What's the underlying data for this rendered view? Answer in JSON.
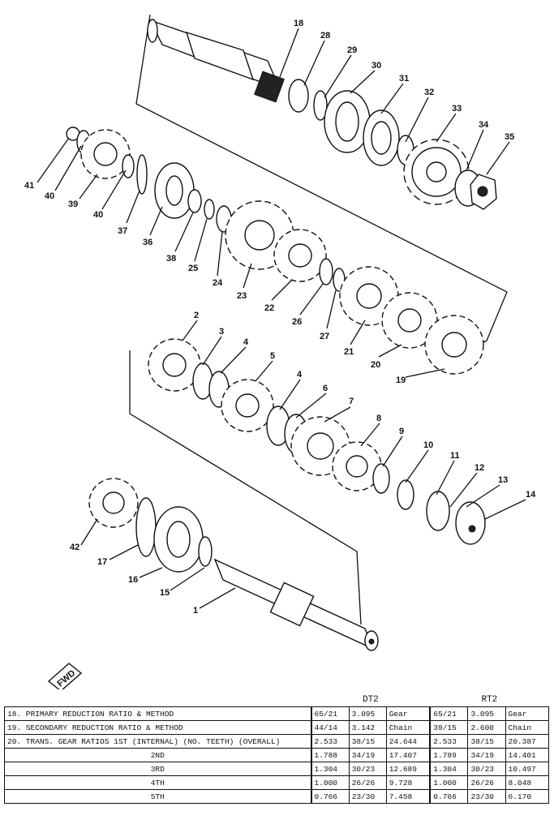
{
  "diagram": {
    "part_numbers": [
      "18",
      "28",
      "29",
      "30",
      "31",
      "32",
      "33",
      "34",
      "35",
      "41",
      "40",
      "39",
      "40",
      "37",
      "36",
      "38",
      "25",
      "24",
      "23",
      "22",
      "26",
      "27",
      "21",
      "20",
      "19",
      "2",
      "3",
      "4",
      "5",
      "4",
      "6",
      "7",
      "8",
      "9",
      "10",
      "11",
      "12",
      "13",
      "14",
      "42",
      "17",
      "16",
      "15",
      "1"
    ],
    "fwd_label": "FWD"
  },
  "table": {
    "groups": [
      "DT2",
      "RT2"
    ],
    "rows": [
      {
        "label": "18.  PRIMARY REDUCTION RATIO & METHOD",
        "dt2": [
          "65/21",
          "3.095",
          "Gear"
        ],
        "rt2": [
          "65/21",
          "3.095",
          "Gear"
        ]
      },
      {
        "label": "19.  SECONDARY REDUCTION RATIO & METHOD",
        "dt2": [
          "44/14",
          "3.142",
          "Chain"
        ],
        "rt2": [
          "39/15",
          "2.600",
          "Chain"
        ]
      },
      {
        "label": "20.  TRANS. GEAR RATIOS 1ST (INTERNAL) (NO. TEETH) (OVERALL)",
        "dt2": [
          "2.533",
          "38/15",
          "24.644"
        ],
        "rt2": [
          "2.533",
          "38/15",
          "20.387"
        ]
      },
      {
        "label": "2ND",
        "dt2": [
          "1.788",
          "34/19",
          "17.407"
        ],
        "rt2": [
          "1.789",
          "34/19",
          "14.401"
        ]
      },
      {
        "label": "3RD",
        "dt2": [
          "1.304",
          "30/23",
          "12.689"
        ],
        "rt2": [
          "1.304",
          "30/23",
          "10.497"
        ]
      },
      {
        "label": "4TH",
        "dt2": [
          "1.000",
          "26/26",
          "9.728"
        ],
        "rt2": [
          "1.000",
          "26/26",
          "8.048"
        ]
      },
      {
        "label": "5TH",
        "dt2": [
          "0.766",
          "23/30",
          "7.458"
        ],
        "rt2": [
          "0.766",
          "23/30",
          "6.170"
        ]
      }
    ]
  }
}
